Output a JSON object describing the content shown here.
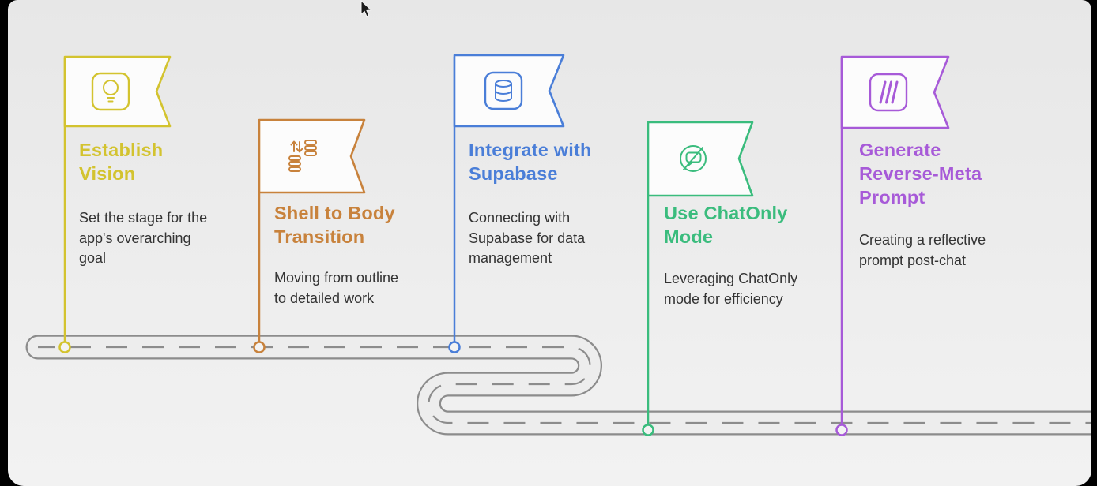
{
  "frame": {
    "outer_background": "#000000",
    "stage_background": "#ededed"
  },
  "road": {
    "edge_color": "#8c8c8c",
    "surface_color": "#ededed",
    "centerline_color": "#8c8c8c"
  },
  "milestones": [
    {
      "id": "establish-vision",
      "accent": "#d3c32f",
      "icon": "lightbulb-icon",
      "title": "Establish\nVision",
      "description": "Set the stage for the\napp's overarching\ngoal"
    },
    {
      "id": "shell-to-body-transition",
      "accent": "#c8823c",
      "icon": "data-transfer-stacks-icon",
      "title": "Shell to Body\nTransition",
      "description": "Moving from outline\nto detailed work"
    },
    {
      "id": "integrate-with-supabase",
      "accent": "#4a7ed8",
      "icon": "database-icon",
      "title": "Integrate with\nSupabase",
      "description": "Connecting with\nSupabase for data\nmanagement"
    },
    {
      "id": "use-chatonly-mode",
      "accent": "#3abc7d",
      "icon": "chat-bubble-slash-icon",
      "title": "Use ChatOnly\nMode",
      "description": "Leveraging ChatOnly\nmode for efficiency"
    },
    {
      "id": "generate-reverse-meta-prompt",
      "accent": "#a75ad8",
      "icon": "skewed-bars-icon",
      "title": "Generate\nReverse-Meta\nPrompt",
      "description": "Creating a reflective\nprompt post-chat"
    }
  ]
}
